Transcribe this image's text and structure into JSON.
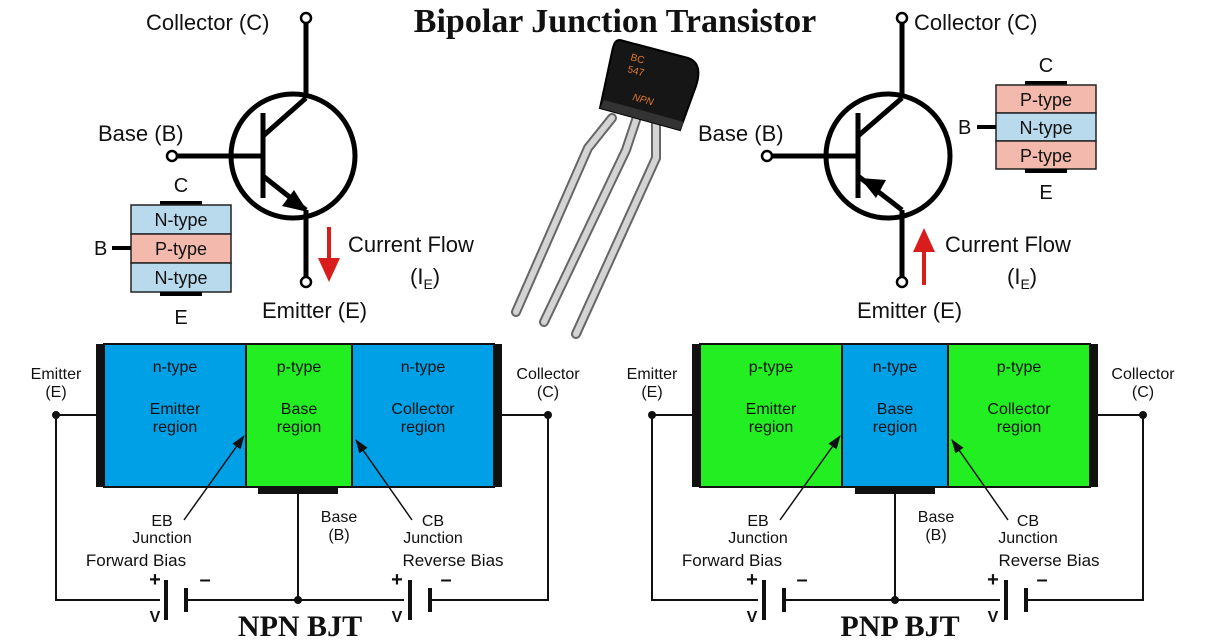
{
  "title": "Bipolar Junction Transistor",
  "colors": {
    "n_region": "#00a0e6",
    "p_region": "#22ee22",
    "n_layer": "#b9d9ec",
    "p_layer": "#f2b9ac",
    "arrow_red": "#d91c1c",
    "wire": "#111111"
  },
  "package": {
    "line1": "BC",
    "line2": "547",
    "line3": "NPN"
  },
  "npn_symbol": {
    "collector": "Collector (C)",
    "base": "Base (B)",
    "emitter": "Emitter (E)",
    "current_flow": "Current Flow",
    "current_sym": "I",
    "current_sub": "E",
    "layers": [
      "N-type",
      "P-type",
      "N-type"
    ],
    "stack_c": "C",
    "stack_b": "B",
    "stack_e": "E"
  },
  "pnp_symbol": {
    "collector": "Collector (C)",
    "base": "Base (B)",
    "emitter": "Emitter (E)",
    "current_flow": "Current Flow",
    "current_sym": "I",
    "current_sub": "E",
    "layers": [
      "P-type",
      "N-type",
      "P-type"
    ],
    "stack_c": "C",
    "stack_b": "B",
    "stack_e": "E"
  },
  "npn_circuit": {
    "title": "NPN BJT",
    "emitter_label": [
      "Emitter",
      "(E)"
    ],
    "collector_label": [
      "Collector",
      "(C)"
    ],
    "regions": [
      {
        "type": "n-type",
        "name": [
          "Emitter",
          "region"
        ]
      },
      {
        "type": "p-type",
        "name": [
          "Base",
          "region"
        ]
      },
      {
        "type": "n-type",
        "name": [
          "Collector",
          "region"
        ]
      }
    ],
    "eb_junction": [
      "EB",
      "Junction"
    ],
    "cb_junction": [
      "CB",
      "Junction"
    ],
    "base_label": [
      "Base",
      "(B)"
    ],
    "forward_bias": "Forward Bias",
    "reverse_bias": "Reverse Bias",
    "plus": "+",
    "minus": "–",
    "v": "V"
  },
  "pnp_circuit": {
    "title": "PNP BJT",
    "emitter_label": [
      "Emitter",
      "(E)"
    ],
    "collector_label": [
      "Collector",
      "(C)"
    ],
    "regions": [
      {
        "type": "p-type",
        "name": [
          "Emitter",
          "region"
        ]
      },
      {
        "type": "n-type",
        "name": [
          "Base",
          "region"
        ]
      },
      {
        "type": "p-type",
        "name": [
          "Collector",
          "region"
        ]
      }
    ],
    "eb_junction": [
      "EB",
      "Junction"
    ],
    "cb_junction": [
      "CB",
      "Junction"
    ],
    "base_label": [
      "Base",
      "(B)"
    ],
    "forward_bias": "Forward Bias",
    "reverse_bias": "Reverse Bias",
    "plus": "+",
    "minus": "–",
    "v": "V"
  }
}
